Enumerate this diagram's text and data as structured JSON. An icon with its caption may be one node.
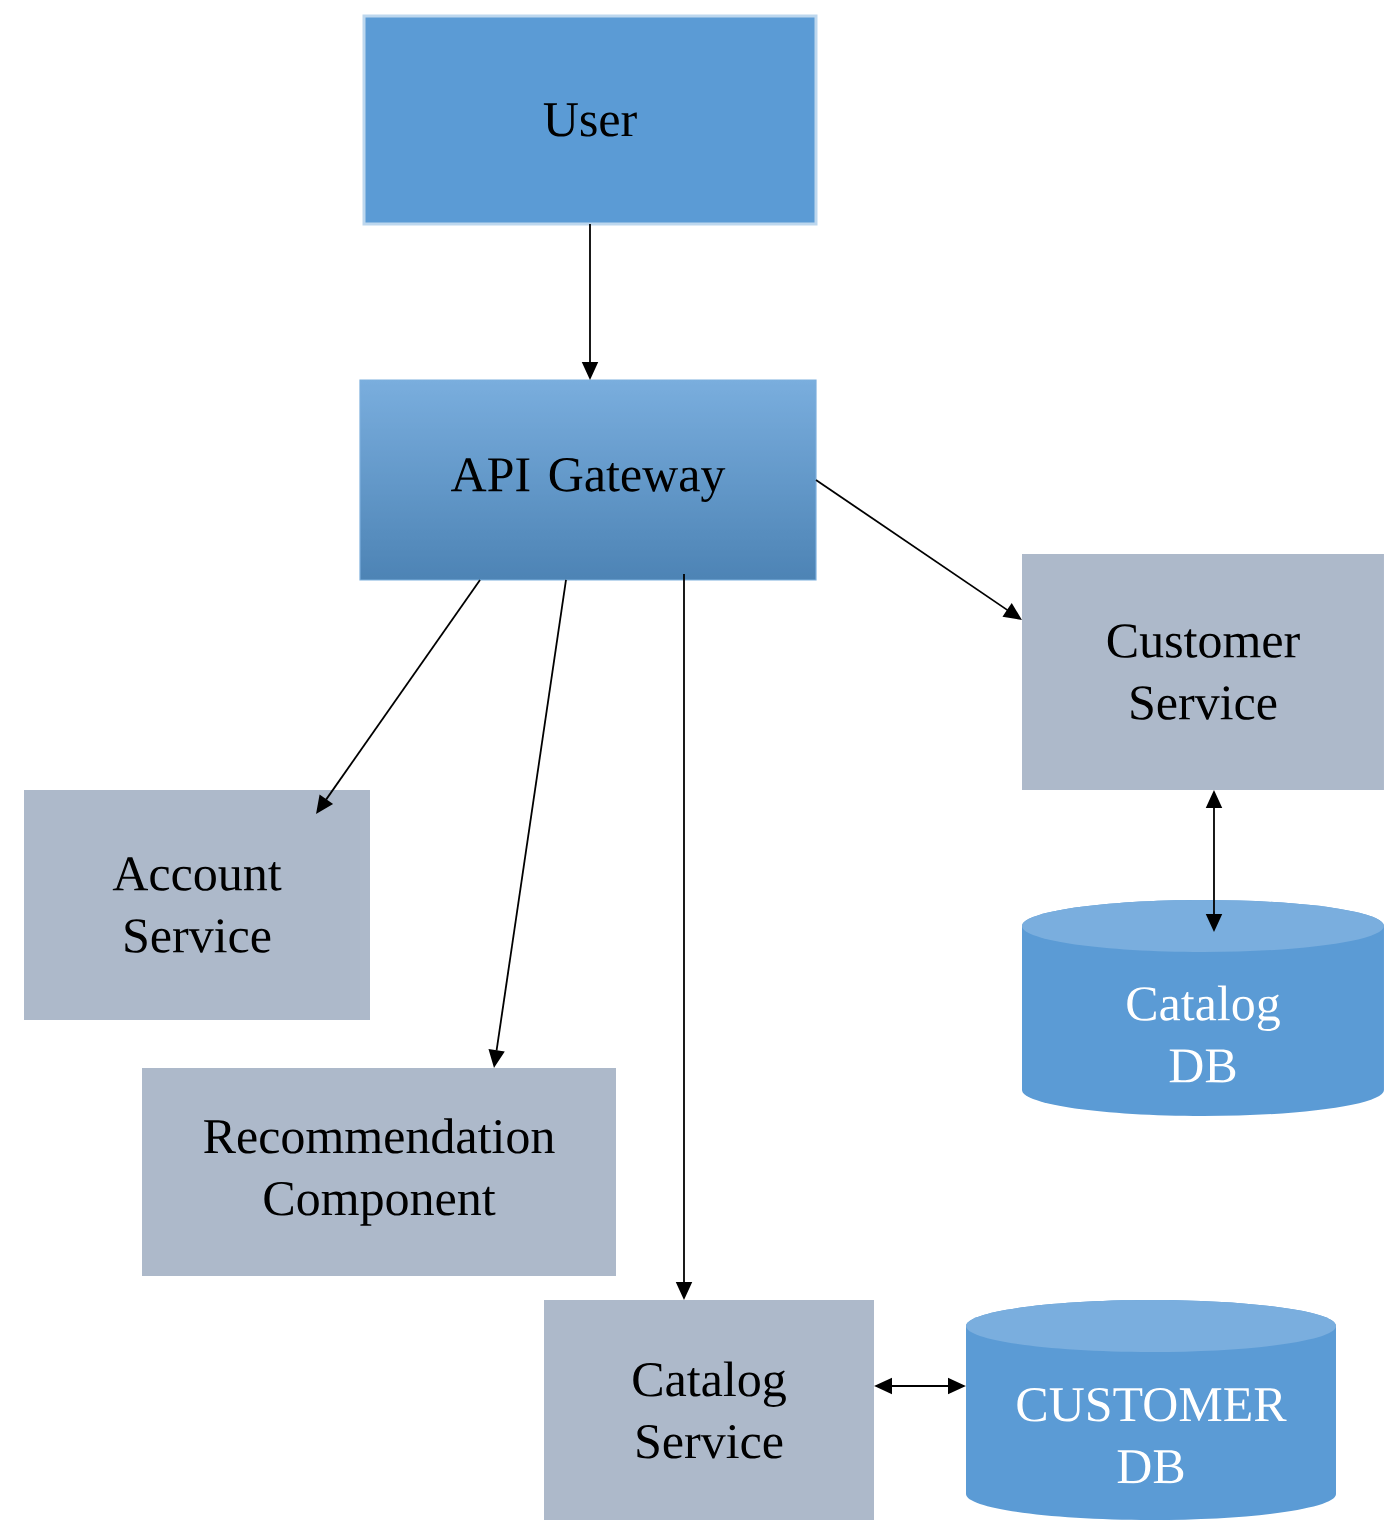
{
  "diagram": {
    "nodes": [
      {
        "text": [
          "User"
        ]
      },
      {
        "text": [
          "API Gateway"
        ]
      },
      {
        "text": [
          "Customer Service"
        ]
      },
      {
        "text": [
          "Catalog DB"
        ]
      },
      {
        "text": [
          "Account Service"
        ]
      },
      {
        "text": [
          "Recommendation Component"
        ]
      },
      {
        "text": [
          "Catalog Service"
        ]
      },
      {
        "text": [
          "CUSTOMER DB"
        ]
      }
    ],
    "edges": [
      {
        "from": 0,
        "to": 1,
        "arrow": "to"
      },
      {
        "from": 1,
        "to": 2,
        "arrow": "to"
      },
      {
        "from": 1,
        "to": 4,
        "arrow": "to"
      },
      {
        "from": 1,
        "to": 5,
        "arrow": "to"
      },
      {
        "from": 1,
        "to": 6,
        "arrow": "to"
      },
      {
        "from": 2,
        "to": 3,
        "arrow": "both"
      },
      {
        "from": 6,
        "to": 7,
        "arrow": "both"
      }
    ]
  }
}
